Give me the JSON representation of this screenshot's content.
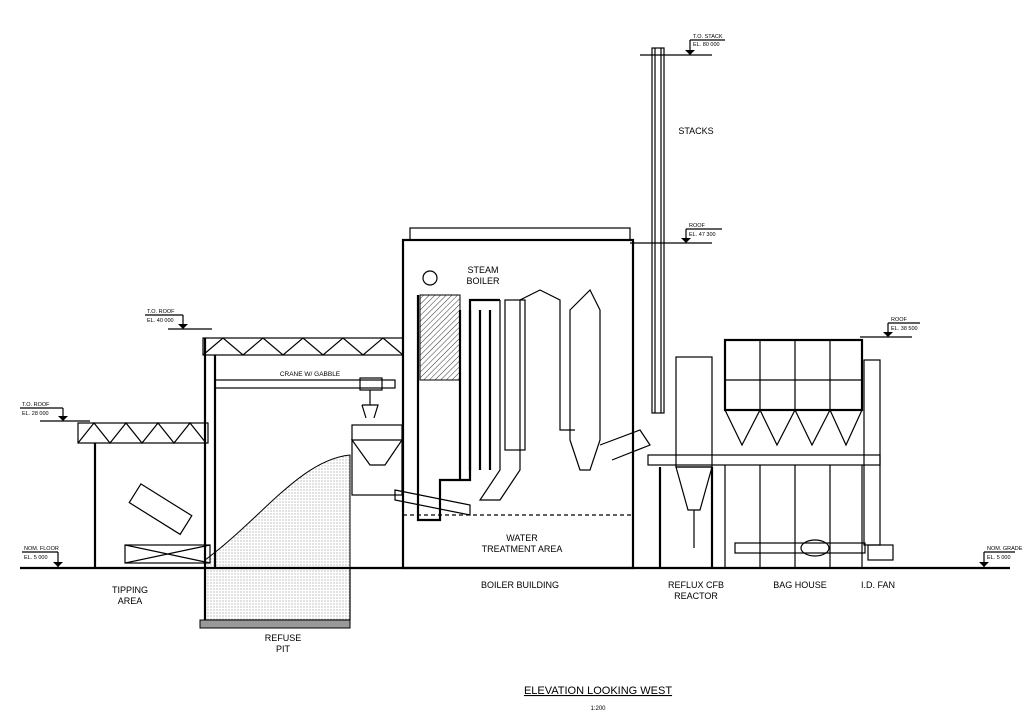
{
  "drawing": {
    "title": "ELEVATION LOOKING WEST",
    "scale": "1:200",
    "labels": {
      "stacks": "STACKS",
      "steam_boiler": [
        "STEAM",
        "BOILER"
      ],
      "crane": "CRANE W/ GABBLE",
      "water_treatment": [
        "WATER",
        "TREATMENT AREA"
      ],
      "tipping_area": [
        "TIPPING",
        "AREA"
      ],
      "refuse_pit": [
        "REFUSE",
        "PIT"
      ],
      "boiler_building": "BOILER BUILDING",
      "reflux_cfb_reactor": [
        "REFLUX CFB",
        "REACTOR"
      ],
      "bag_house": "BAG HOUSE",
      "id_fan": "I.D. FAN"
    },
    "elevations": {
      "stack_top": [
        "T.O. STACK",
        "EL. 80 000"
      ],
      "boiler_roof": [
        "ROOF",
        "EL. 47 300"
      ],
      "baghouse_roof": [
        "ROOF",
        "EL. 38 500"
      ],
      "pit_roof": [
        "T.O. ROOF",
        "EL. 40 000"
      ],
      "tipping_roof": [
        "T.O. ROOF",
        "EL. 28 000"
      ],
      "nom_floor": [
        "NOM. FLOOR",
        "EL. 5 000"
      ],
      "nom_grade": [
        "NOM. GRADE",
        "EL. 5 000"
      ]
    }
  }
}
